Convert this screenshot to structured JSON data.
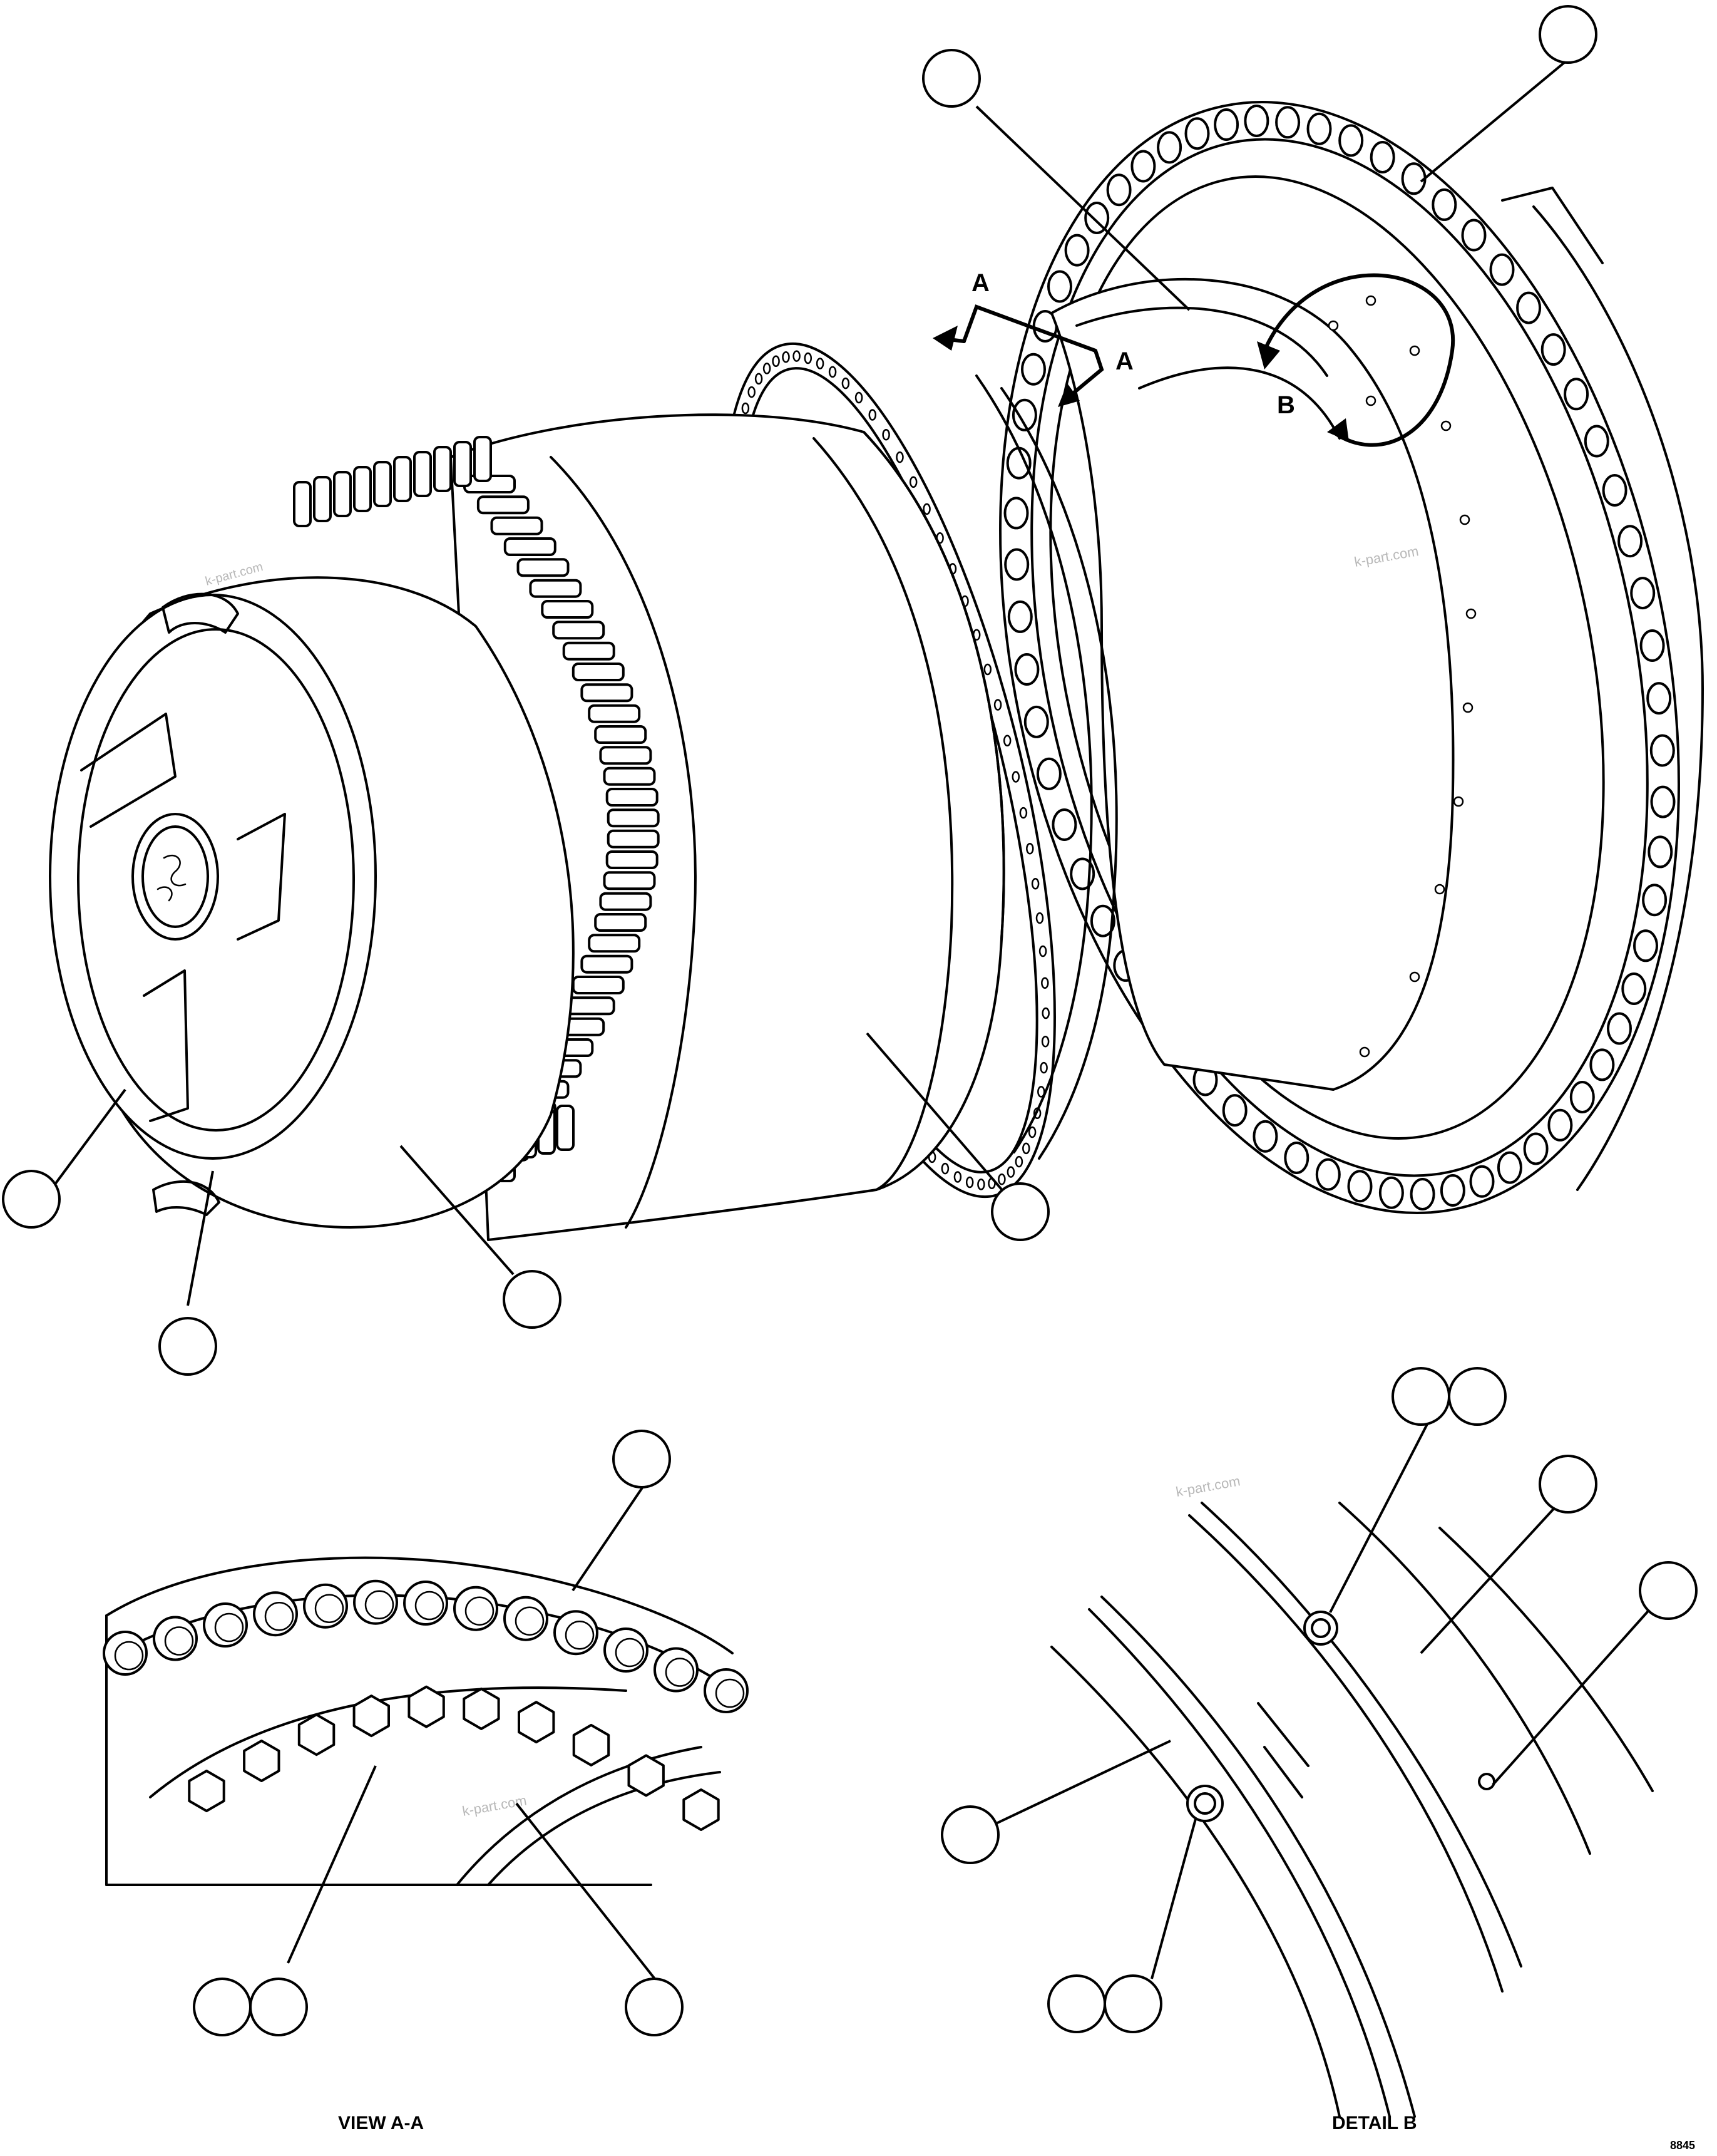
{
  "view_markers": {
    "a_upper": "A",
    "a_lower": "A",
    "b": "B"
  },
  "captions": {
    "view_a": "VIEW A-A",
    "detail_b": "DETAIL B",
    "figure_code": "8845"
  },
  "watermarks": [
    "k-part.com",
    "k-part.com",
    "k-part.com",
    "k-part.com"
  ],
  "callouts": [
    {
      "id": "c01",
      "label": ""
    },
    {
      "id": "c02",
      "label": ""
    },
    {
      "id": "c03",
      "label": ""
    },
    {
      "id": "c04",
      "label": ""
    },
    {
      "id": "c05",
      "label": ""
    },
    {
      "id": "c06",
      "label": ""
    },
    {
      "id": "c07",
      "label": ""
    },
    {
      "id": "c08",
      "label": ""
    },
    {
      "id": "c09",
      "label": ""
    },
    {
      "id": "c10",
      "label": ""
    },
    {
      "id": "c11",
      "label": ""
    },
    {
      "id": "c12",
      "label": ""
    },
    {
      "id": "c13",
      "label": ""
    },
    {
      "id": "c14",
      "label": ""
    },
    {
      "id": "c15",
      "label": ""
    },
    {
      "id": "c16",
      "label": ""
    },
    {
      "id": "c17",
      "label": ""
    },
    {
      "id": "c18",
      "label": ""
    }
  ]
}
